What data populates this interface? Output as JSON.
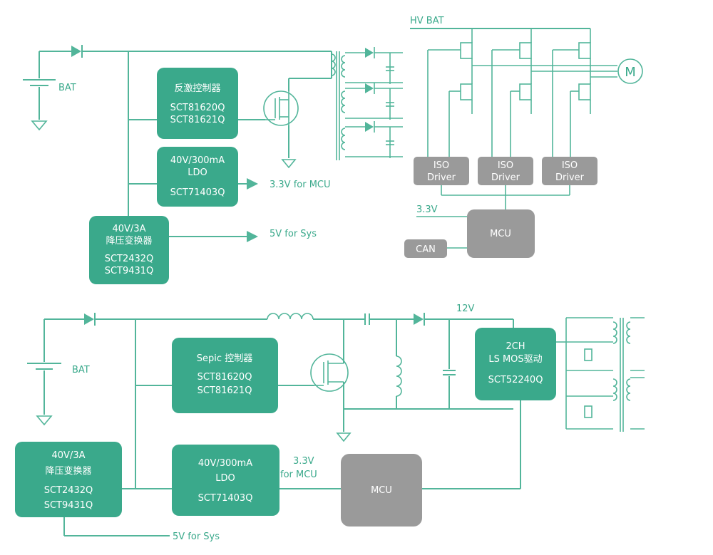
{
  "top": {
    "bat_label": "BAT",
    "hv_bat_label": "HV BAT",
    "flyback": {
      "title": "反激控制器",
      "part1": "SCT81620Q",
      "part2": "SCT81621Q"
    },
    "ldo": {
      "line1": "40V/300mA",
      "line2": "LDO",
      "part": "SCT71403Q"
    },
    "buck": {
      "line1": "40V/3A",
      "line2": "降压变换器",
      "part1": "SCT2432Q",
      "part2": "SCT9431Q"
    },
    "out_mcu": "3.3V for MCU",
    "out_sys": "5V for Sys",
    "iso_drivers": [
      {
        "line1": "ISO",
        "line2": "Driver"
      },
      {
        "line1": "ISO",
        "line2": "Driver"
      },
      {
        "line1": "ISO",
        "line2": "Driver"
      }
    ],
    "mcu_supply": "3.3V",
    "mcu": "MCU",
    "can": "CAN",
    "motor": "M"
  },
  "bottom": {
    "bat_label": "BAT",
    "rail_label": "12V",
    "sepic": {
      "title": "Sepic 控制器",
      "part1": "SCT81620Q",
      "part2": "SCT81621Q"
    },
    "driver": {
      "line1": "2CH",
      "line2": "LS MOS驱动",
      "part": "SCT52240Q"
    },
    "buck": {
      "line1": "40V/3A",
      "line2": "降压变换器",
      "part1": "SCT2432Q",
      "part2": "SCT9431Q"
    },
    "ldo": {
      "line1": "40V/300mA",
      "line2": "LDO",
      "part": "SCT71403Q"
    },
    "out_mcu_line1": "3.3V",
    "out_mcu_line2": "for MCU",
    "mcu": "MCU",
    "out_sys": "5V for Sys"
  }
}
